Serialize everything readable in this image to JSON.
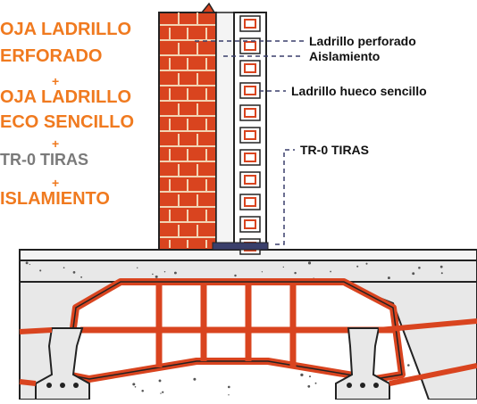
{
  "colors": {
    "orange": "#f07a1f",
    "gray": "#7a7a7a",
    "brick": "#d9441f",
    "mortar": "#f2d3b3",
    "dark": "#222222",
    "navy": "#3a3f6b",
    "concrete": "#e8e8e8",
    "white": "#ffffff"
  },
  "left_labels": {
    "line1": "OJA LADRILLO",
    "line2": "ERFORADO",
    "plus1": "+",
    "line3": "OJA LADRILLO",
    "line4": "ECO SENCILLO",
    "plus2": "+",
    "line5": "TR-0 TIRAS",
    "plus3": "+",
    "line6": "ISLAMIENTO"
  },
  "callouts": {
    "perforado": "Ladrillo perforado",
    "aislamiento": "Aislamiento",
    "hueco": "Ladrillo hueco sencillo",
    "tiras": "TR-0 TIRAS"
  }
}
